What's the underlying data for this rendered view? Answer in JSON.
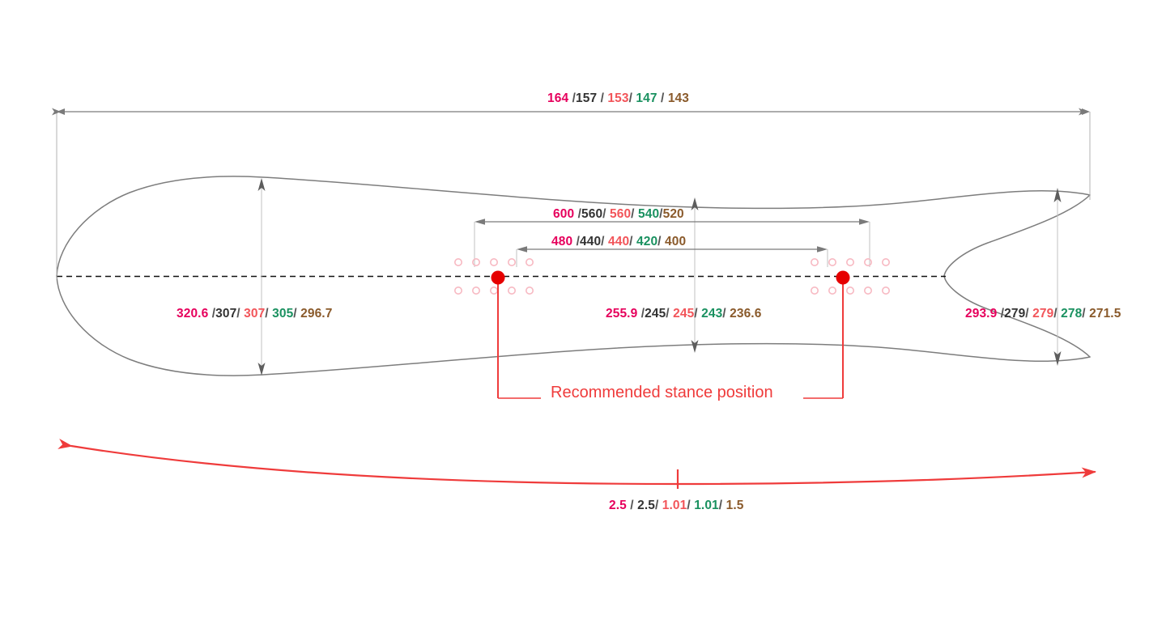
{
  "drawing": {
    "title": "Snowboard dimension specification drawing",
    "subject": "swallowtail-snowboard-outline",
    "background_color": "#ffffff",
    "outline_color": "#6b6b6b",
    "centerline_style": "dashed",
    "accent_color": "#ef3b3b",
    "size_count": 5,
    "value_colors": [
      "#e6005c",
      "#333333",
      "#f2555a",
      "#1a9160",
      "#8a5a2b"
    ]
  },
  "dimensions": {
    "overall_length": {
      "name": "overall-length",
      "values": [
        "164",
        "157",
        "153",
        "147",
        "143"
      ],
      "separators": [
        "/",
        "/",
        "/",
        "/"
      ]
    },
    "stance_max": {
      "name": "max-stance-width",
      "values": [
        "600",
        "560",
        "560",
        "540",
        "520"
      ],
      "separators": [
        "/",
        "/",
        "/",
        "/"
      ]
    },
    "stance_min": {
      "name": "min-stance-width",
      "values": [
        "480",
        "440",
        "440",
        "420",
        "400"
      ],
      "separators": [
        "/",
        "/",
        "/",
        "/"
      ]
    },
    "nose_width": {
      "name": "nose-width",
      "values": [
        "320.6",
        "307",
        "307",
        "305",
        "296.7"
      ],
      "separators": [
        "/",
        "/",
        "/",
        "/"
      ]
    },
    "waist_width": {
      "name": "waist-width",
      "values": [
        "255.9",
        "245",
        "245",
        "243",
        "236.6"
      ],
      "separators": [
        "/",
        "/",
        "/",
        "/"
      ]
    },
    "tail_width": {
      "name": "tail-width",
      "values": [
        "293.9",
        "279",
        "279",
        "278",
        "271.5"
      ],
      "separators": [
        "/",
        "/",
        "/",
        "/"
      ]
    },
    "camber": {
      "name": "camber-height",
      "values": [
        "2.5",
        "2.5",
        "1.01",
        "1.01",
        "1.5"
      ],
      "separators": [
        "/",
        "/",
        "/",
        "/"
      ]
    }
  },
  "annotations": {
    "stance_label": "Recommended stance position"
  },
  "inserts": {
    "left_group": {
      "name": "left-insert-pattern",
      "rows": 2,
      "columns": 6
    },
    "right_group": {
      "name": "right-insert-pattern",
      "rows": 2,
      "columns": 6
    },
    "hole_color": "#f9c6cc",
    "marker_color": "#e60000"
  }
}
